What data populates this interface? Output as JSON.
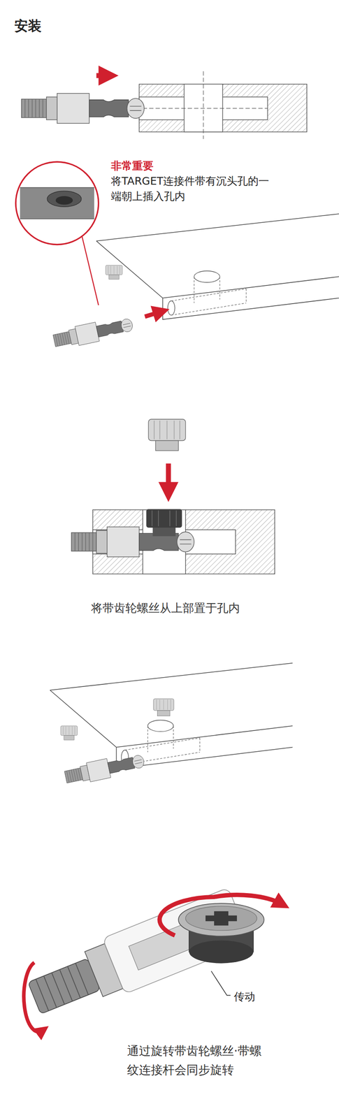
{
  "diagram": {
    "title": "安装",
    "labels": [
      "非常重要",
      "将TARGET连接件带有沉头孔的一端朝上插入孔内",
      "将带齿轮螺丝从上部置于孔内",
      "传动",
      "通过旋转带齿轮螺丝·带螺纹连接杆会同步旋转"
    ]
  }
}
